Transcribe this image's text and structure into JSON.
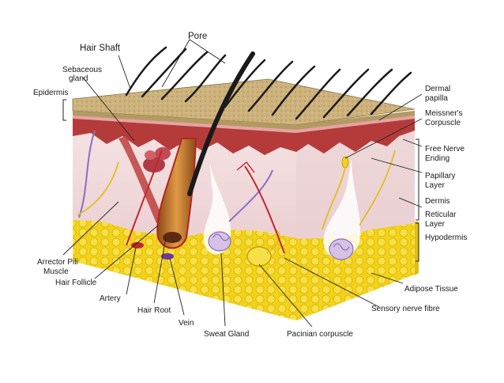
{
  "labels": {
    "pore": "Pore",
    "hair_shaft": "Hair Shaft",
    "sebaceous_1": "Sebaceous",
    "sebaceous_2": "gland",
    "epidermis": "Epidermis",
    "dermal_papilla_1": "Dermal",
    "dermal_papilla_2": "papilla",
    "meissner_1": "Meissner's",
    "meissner_2": "Corpuscle",
    "free_nerve_1": "Free Nerve",
    "free_nerve_2": "Ending",
    "papillary_1": "Papillary",
    "papillary_2": "Layer",
    "dermis": "Dermis",
    "reticular_1": "Reticular",
    "reticular_2": "Layer",
    "hypodermis": "Hypodermis",
    "adipose": "Adipose Tissue",
    "sensory_nerve": "Sensory nerve fibre",
    "pacinian": "Pacinian corpuscle",
    "sweat_gland": "Sweat Gland",
    "vein": "Vein",
    "hair_root": "Hair Root",
    "artery": "Artery",
    "hair_follicle": "Hair Follicle",
    "arrector_1": "Arrector Pili",
    "arrector_2": "Muscle"
  },
  "colors": {
    "epidermis_top": "#cdb482",
    "epidermis_red": "#b03a3a",
    "dermis": "#f3dede",
    "hypodermis": "#f2d21a",
    "hair": "#1a1a1a",
    "follicle": "#c8741f",
    "nerve": "#8a6fc2",
    "artery": "#c0272d"
  }
}
